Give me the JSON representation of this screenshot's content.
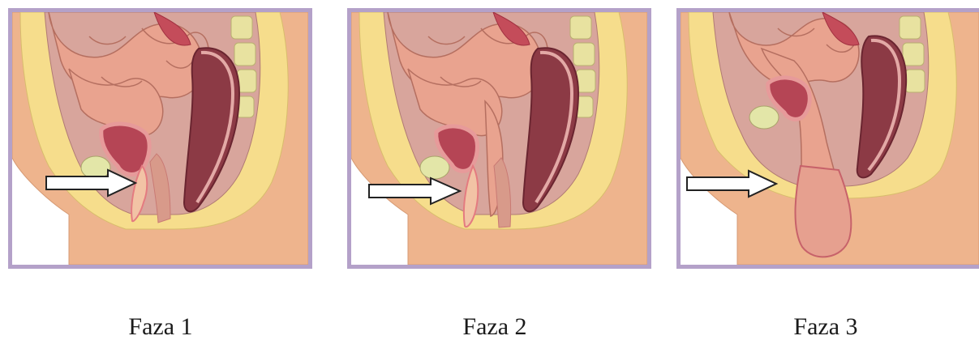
{
  "panels": [
    {
      "caption": "Faza 1",
      "stage": 1
    },
    {
      "caption": "Faza 2",
      "stage": 2
    },
    {
      "caption": "Faza 3",
      "stage": 3
    }
  ],
  "colors": {
    "frame": "#b4a1c9",
    "skin": "#eeb48d",
    "fat": "#f6dd8c",
    "intestine": "#e9a38f",
    "intestine_dark": "#c07a6a",
    "rectum": "#8c3a45",
    "bone": "#e8e2a0",
    "arrow_fill": "#ffffff",
    "arrow_stroke": "#222222"
  }
}
